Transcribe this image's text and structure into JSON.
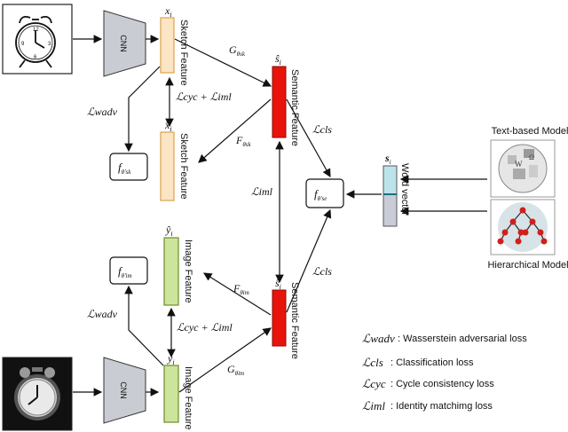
{
  "inputs": {
    "sketch_caption": "",
    "image_caption": ""
  },
  "encoders": {
    "top": "CNN",
    "bottom": "CNN"
  },
  "features": {
    "x_i": "x",
    "x_i_sub": "i",
    "x_hat": "x̂",
    "x_hat_sub": "i",
    "y_hat": "ŷ",
    "y_hat_sub": "i",
    "y_i": "y",
    "y_i_sub": "i",
    "s_hat_top": "ŝ",
    "s_hat_top_sub": "i",
    "s_hat_bottom": "ŝ",
    "s_hat_bottom_sub": "i",
    "s_i": "s",
    "s_i_sub": "i",
    "sketch_feature": "Sketch Feature",
    "sketch_feature_rec": "Sketch Feature",
    "image_feature_rec": "Image Feature",
    "image_feature": "Image Feature",
    "semantic_feature_top": "Semantic Feature",
    "semantic_feature_bottom": "Semantic Feature",
    "word_vector": "Word vector"
  },
  "mappings": {
    "g_sk": "G",
    "g_sk_sub": "θsk",
    "f_sk": "F",
    "f_sk_sub": "θsk",
    "g_im": "G",
    "g_im_sub": "θim",
    "f_im": "F",
    "f_im_sub": "θim"
  },
  "discriminators": {
    "f_sk_label": "f",
    "f_sk_sub": "θ'sk",
    "f_im_label": "f",
    "f_im_sub": "θ'im",
    "f_se_label": "f",
    "f_se_sub": "θ'se"
  },
  "losses": {
    "wadv_top": "ℒwadv",
    "wadv_bottom": "ℒwadv",
    "cyc_iml_top": "ℒcyc + ℒiml",
    "cyc_iml_bottom": "ℒcyc + ℒiml",
    "iml_mid": "ℒiml",
    "cls_top": "ℒcls",
    "cls_bottom": "ℒcls"
  },
  "models": {
    "text_based": "Text-based Model",
    "hierarchical": "Hierarchical Model"
  },
  "legend": [
    {
      "symbol": "ℒwadv",
      "text": ": Wasserstein adversarial loss"
    },
    {
      "symbol": "ℒcls",
      "text": ": Classification loss"
    },
    {
      "symbol": "ℒcyc",
      "text": ": Cycle consistency loss"
    },
    {
      "symbol": "ℒiml",
      "text": ": Identity matchimg loss"
    }
  ],
  "colors": {
    "sketch_feature": "#fbe5c4",
    "sketch_border": "#d9a44a",
    "image_feature": "#cde59a",
    "image_border": "#6e8b2c",
    "semantic_feature": "#e8140c",
    "word_vector_top": "#bde3ea",
    "word_vector_bottom": "#c9ccd6",
    "word_vector_line": "#1a6f84",
    "cnn": "#c9ccd2",
    "model_bg": "#d8e3e8"
  }
}
